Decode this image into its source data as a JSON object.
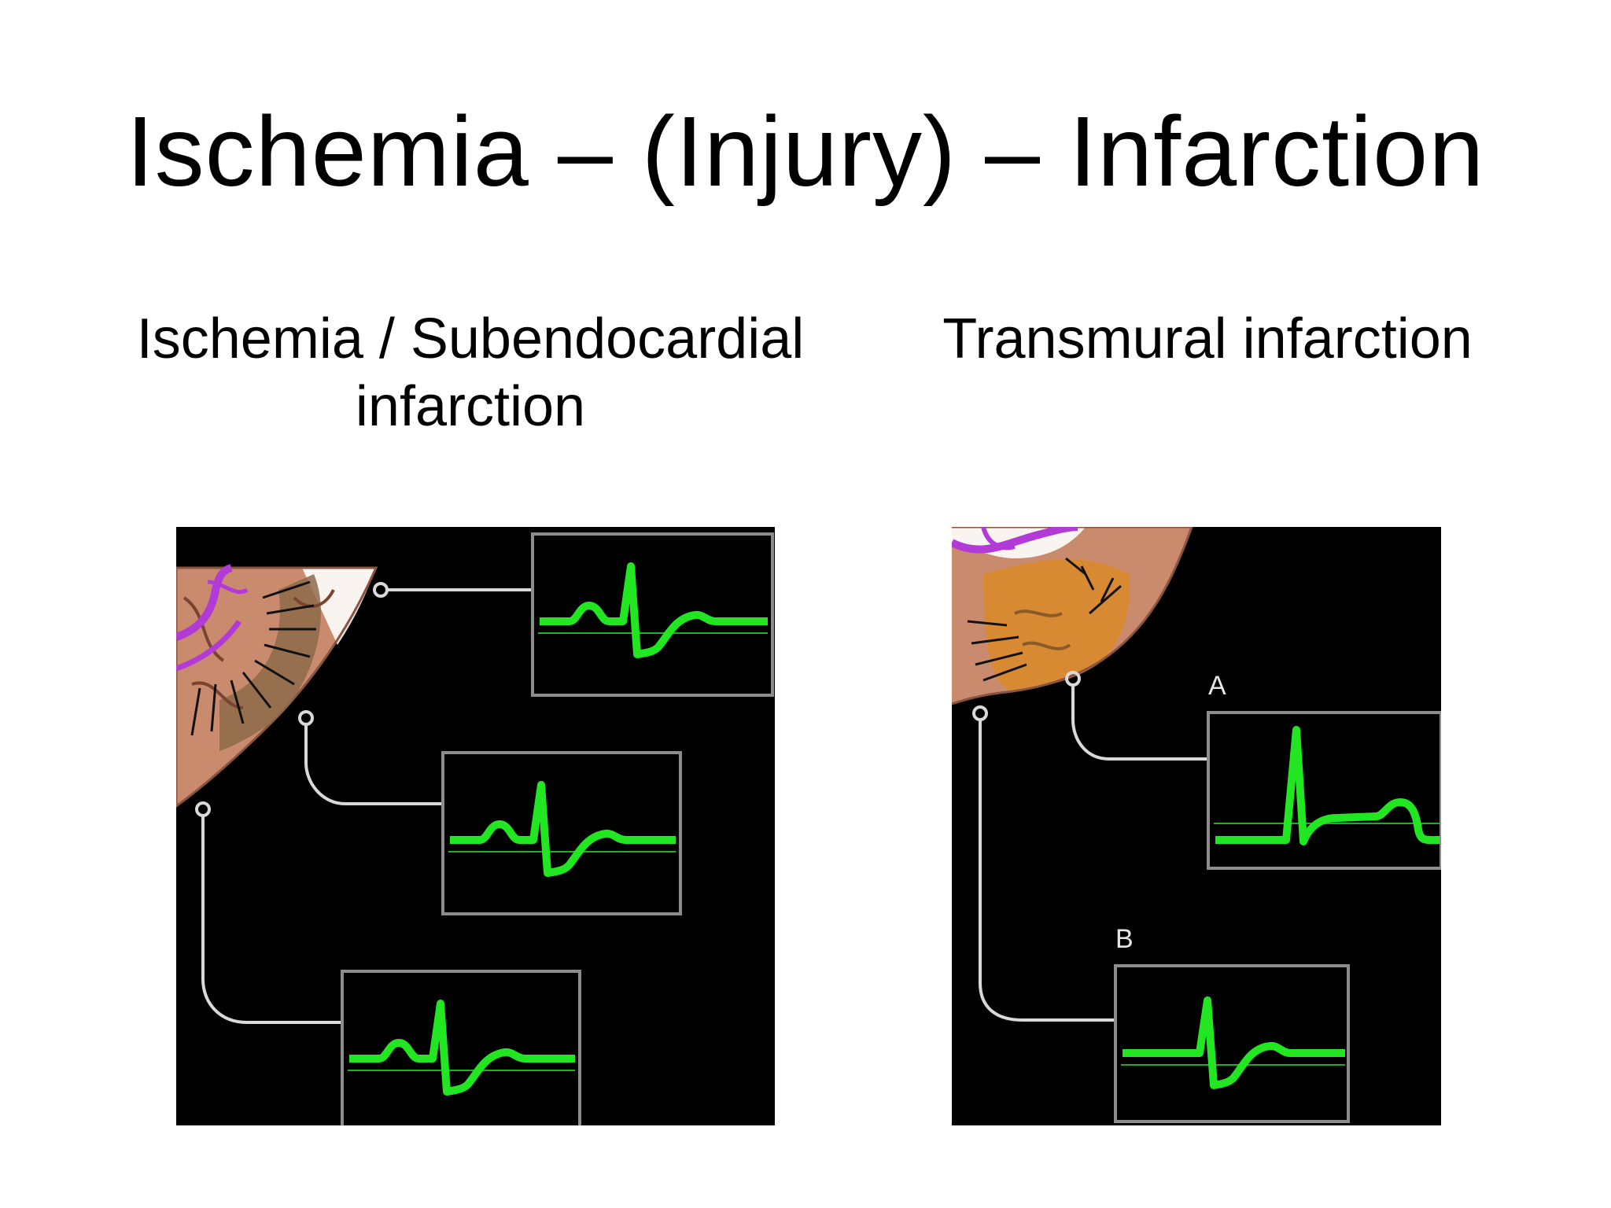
{
  "slide": {
    "title": "Ischemia – (Injury) – Infarction"
  },
  "left": {
    "heading_line1": "Ischemia / Subendocardial",
    "heading_line2": "infarction"
  },
  "right": {
    "heading": "Transmural infarction",
    "lead_labels": [
      "A",
      "B"
    ]
  },
  "colors": {
    "trace": "#22e622",
    "baseline": "#1fae1f",
    "panel_bg": "#000000",
    "lead_wire": "#d9d9d9",
    "vessel": "#b23bd8",
    "tissue": "#c98a6e",
    "infarct": "#d98a2b"
  }
}
